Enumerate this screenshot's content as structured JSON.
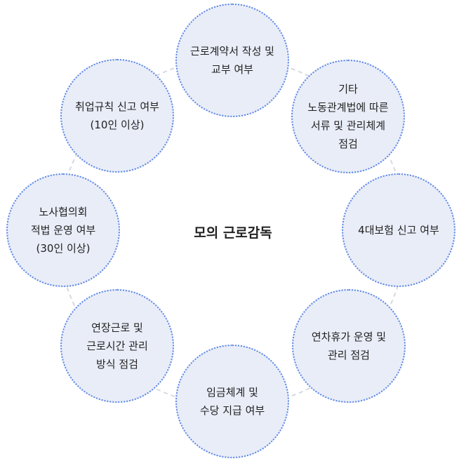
{
  "diagram": {
    "center_title": "모의 근로감독",
    "nodes": [
      {
        "label": "근로계약서 작성 및\n교부 여부"
      },
      {
        "label": "기타\n노동관계법에 따른\n서류 및 관리체계\n점검"
      },
      {
        "label": "4대보험 신고 여부"
      },
      {
        "label": "연차휴가 운영 및\n관리 점검"
      },
      {
        "label": "임금체계 및\n수당 지급 여부"
      },
      {
        "label": "연장근로 및\n근로시간 관리\n방식 점검"
      },
      {
        "label": "노사협의회\n적법 운영 여부\n(30인 이상)"
      },
      {
        "label": "취업규칙 신고 여부\n(10인 이상)"
      }
    ],
    "colors": {
      "node_fill": "#e9edf8",
      "node_border": "#5b87e6",
      "ring": "#d5d9e2",
      "text": "#222222"
    }
  }
}
